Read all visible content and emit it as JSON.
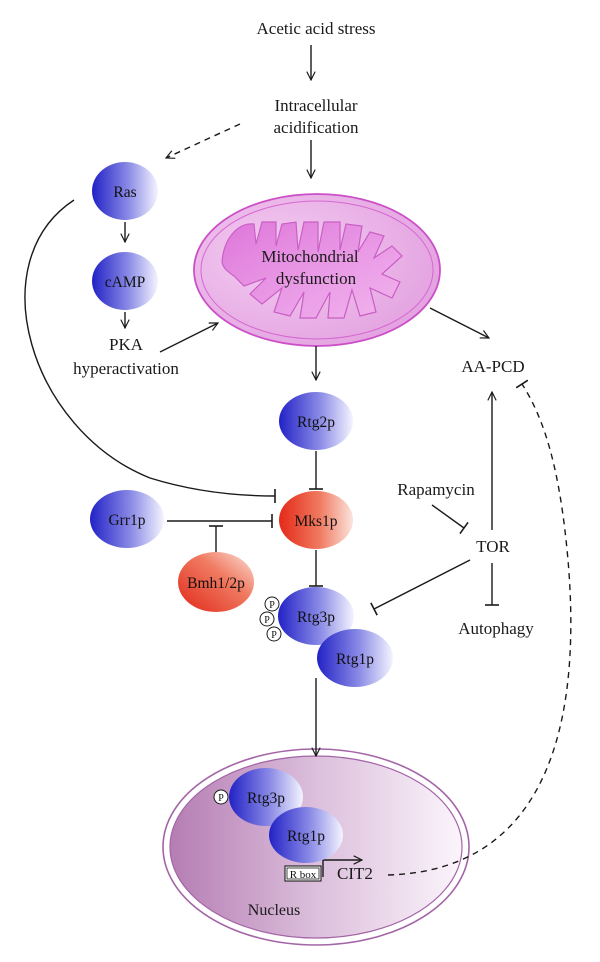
{
  "labels": {
    "stress": "Acetic acid stress",
    "acid_line1": "Intracellular",
    "acid_line2": "acidification",
    "mito_line1": "Mitochondrial",
    "mito_line2": "dysfunction",
    "pka_line1": "PKA",
    "pka_line2": "hyperactivation",
    "aapcd": "AA-PCD",
    "rapamycin": "Rapamycin",
    "tor": "TOR",
    "autophagy": "Autophagy",
    "nucleus": "Nucleus",
    "rbox": "R box",
    "cit2": "CIT2",
    "phospho": "P"
  },
  "nodes": {
    "ras": "Ras",
    "camp": "cAMP",
    "rtg2p": "Rtg2p",
    "grr1p": "Grr1p",
    "mks1p": "Mks1p",
    "bmh": "Bmh1/2p",
    "rtg3p": "Rtg3p",
    "rtg1p": "Rtg1p",
    "nuc_rtg3p": "Rtg3p",
    "nuc_rtg1p": "Rtg1p"
  },
  "colors": {
    "blue_dark": "#2424c8",
    "blue_light": "#f1f1ff",
    "red_dark": "#e83020",
    "red_light": "#fbe3dc",
    "mito_fill": "#e7b4e7",
    "mito_stroke": "#cc4fc8",
    "nucleus_fill": "#c48fc1",
    "nucleus_stroke": "#9b5ea0"
  }
}
